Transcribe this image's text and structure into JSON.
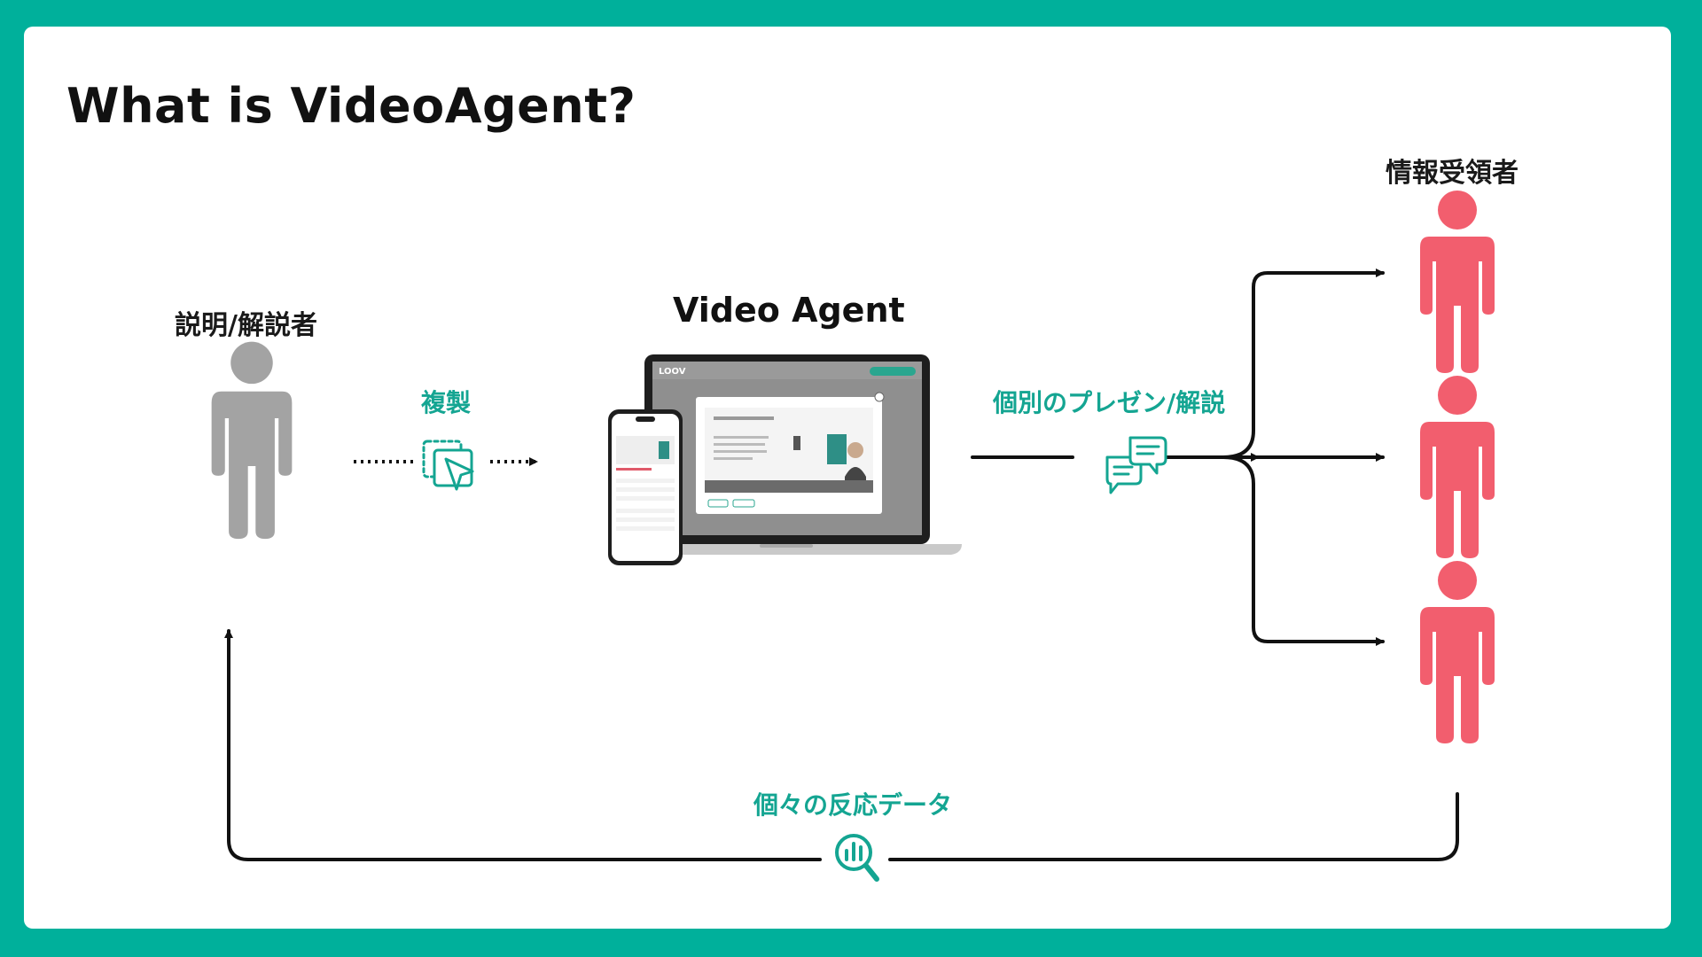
{
  "title": "What is VideoAgent?",
  "presenter_label": "説明/解説者",
  "copy_label": "複製",
  "agent_label": "Video Agent",
  "presentation_label": "個別のプレゼン/解説",
  "recipients_label": "情報受領者",
  "feedback_label": "個々の反応データ",
  "colors": {
    "frame": "#00b09b",
    "accent_teal": "#14a592",
    "presenter_gray": "#a3a3a3",
    "recipient_pink": "#f25e6e",
    "line": "#111111"
  },
  "icons": {
    "presenter": "person-icon",
    "copy": "copy-cursor-icon",
    "presentation": "chat-bubbles-icon",
    "recipients": "person-icon",
    "feedback": "chart-magnifier-icon"
  }
}
